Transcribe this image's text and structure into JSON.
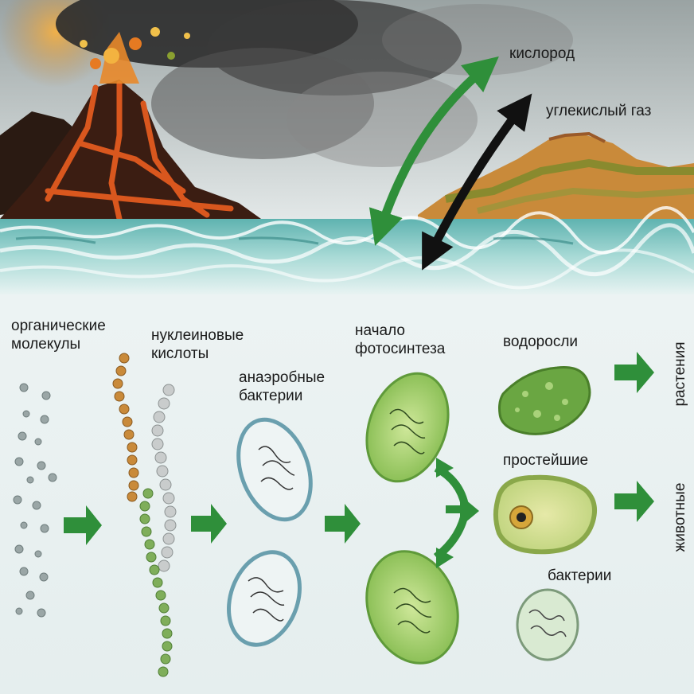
{
  "labels": {
    "oxygen": "кислород",
    "co2": "углекислый газ",
    "organic_1": "органические",
    "organic_2": "молекулы",
    "nucleic_1": "нуклеиновые",
    "nucleic_2": "кислоты",
    "anaerobic_1": "анаэробные",
    "anaerobic_2": "бактерии",
    "photo_1": "начало",
    "photo_2": "фотосинтеза",
    "algae": "водоросли",
    "protozoa": "простейшие",
    "bacteria": "бактерии",
    "plants": "растения",
    "animals": "животные"
  },
  "colors": {
    "sky": "#c9cfcf",
    "smoke": "#2e2e2e",
    "lava": "#d9571e",
    "rock": "#3b1d12",
    "water": "#7fc4c0",
    "island": "#c98a3a",
    "arrow_green": "#2f8f3a",
    "arrow_dark": "#111111",
    "cell_green": "#9cc95a",
    "cell_blue_rim": "#6a9fae"
  },
  "icons": [
    "oxygen-arrow-icon",
    "co2-arrow-icon",
    "process-arrow-icon",
    "volcano-icon",
    "island-icon",
    "sea-icon",
    "nucleic-acid-chain-icon",
    "cell-icon"
  ]
}
